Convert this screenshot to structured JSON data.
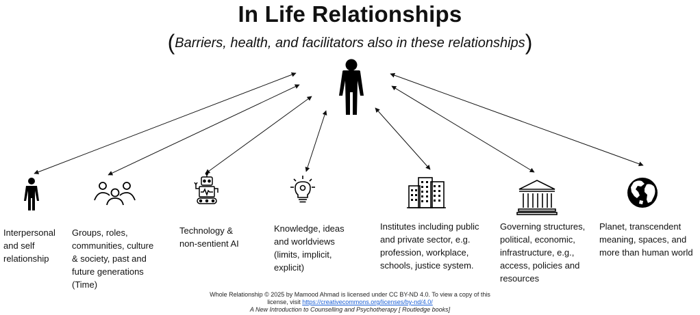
{
  "title": "In Life Relationships",
  "subtitle": {
    "open_paren": "(",
    "text": "Barriers, health, and facilitators also in these relationships",
    "close_paren": ")"
  },
  "center": {
    "icon": "person-icon"
  },
  "nodes": [
    {
      "id": "interpersonal",
      "icon": "person-icon",
      "lines": [
        "Interpersonal",
        "and self",
        "relationship"
      ]
    },
    {
      "id": "groups",
      "icon": "group-icon",
      "lines": [
        "Groups, roles,",
        "communities, culture",
        "& society, past and",
        "future generations",
        "(Time)"
      ]
    },
    {
      "id": "technology",
      "icon": "robot-icon",
      "lines": [
        "Technology &",
        "non-sentient AI"
      ]
    },
    {
      "id": "knowledge",
      "icon": "lightbulb-icon",
      "lines": [
        "Knowledge, ideas",
        "and worldviews",
        "(limits, implicit,",
        "explicit)"
      ]
    },
    {
      "id": "institutes",
      "icon": "buildings-icon",
      "lines": [
        "Institutes including public",
        "and private sector, e.g.",
        "profession, workplace,",
        "schools, justice system."
      ]
    },
    {
      "id": "governing",
      "icon": "government-building-icon",
      "lines": [
        "Governing structures,",
        "political, economic,",
        "infrastructure, e.g.,",
        "access, policies and",
        "resources"
      ]
    },
    {
      "id": "planet",
      "icon": "globe-icon",
      "lines": [
        "Planet, transcendent",
        "meaning, spaces, and",
        "more than human world"
      ]
    }
  ],
  "footer": {
    "line1": "Whole Relationship © 2025 by Mamood Ahmad is licensed under CC BY-ND 4.0. To view a copy of this",
    "line2_prefix": "license, visit ",
    "link": "https://creativecommons.org/licenses/by-nd/4.0/",
    "book": "A New Introduction to Counselling and Psychotherapy [ Routledge books]"
  }
}
